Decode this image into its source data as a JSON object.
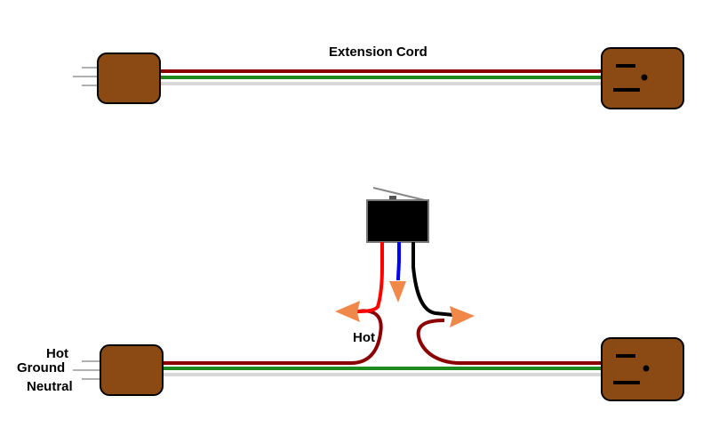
{
  "labels": {
    "title": "Extension Cord",
    "hot_left": "Hot",
    "ground_left": "Ground",
    "neutral_left": "Neutral",
    "hot_center": "Hot"
  },
  "colors": {
    "plug_body": "#8b4a14",
    "hot_wire": "#8b0000",
    "ground_wire": "#1e8a1e",
    "neutral_wire": "#d8d8d8",
    "prong": "#b0b0b0",
    "switch_body": "#000000",
    "switch_red_wire": "#ff0000",
    "switch_blue_wire": "#0000ff",
    "switch_black_wire": "#000000",
    "arrow": "#f0884a"
  },
  "icons": {
    "plug": "plug-icon",
    "outlet": "outlet-icon",
    "switch": "switch-icon",
    "arrow": "arrow-icon"
  }
}
